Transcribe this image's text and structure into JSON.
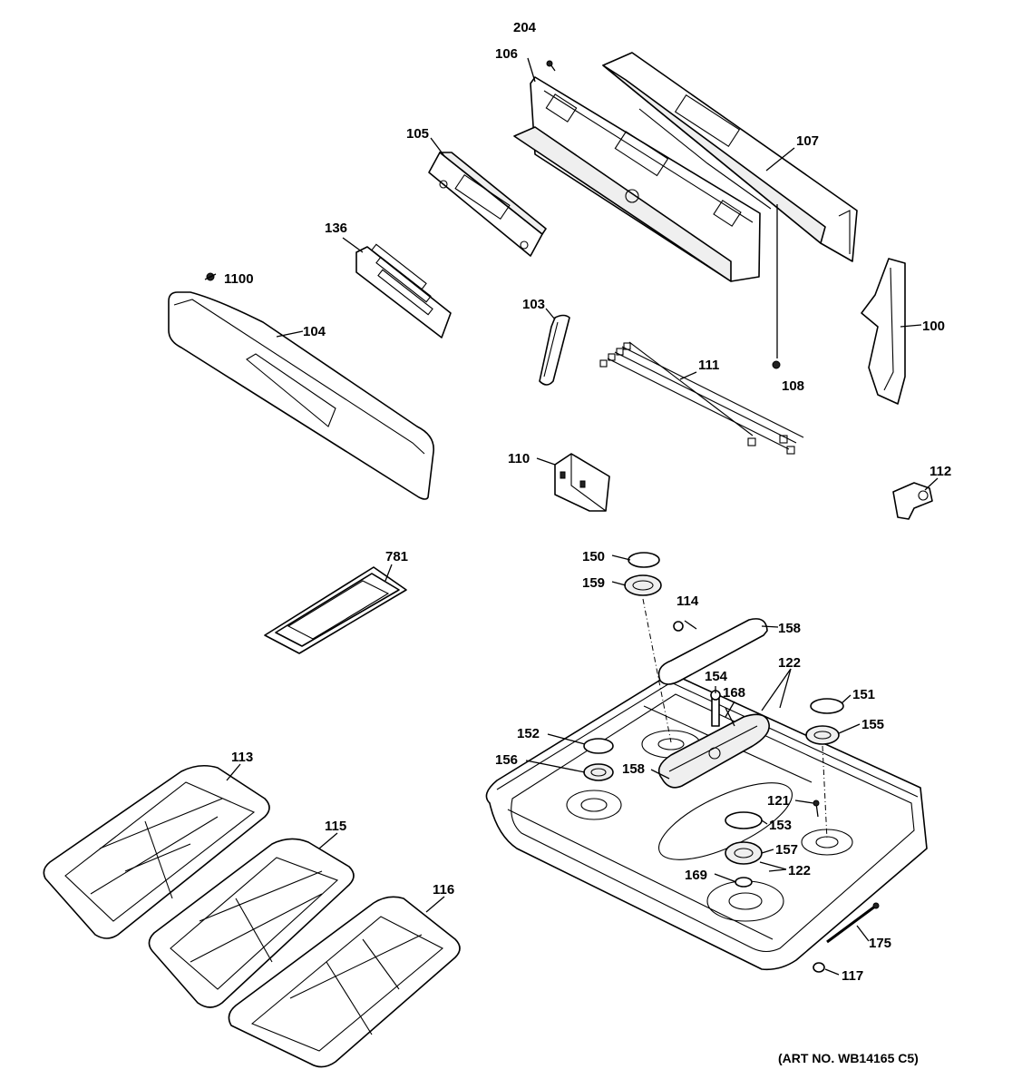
{
  "labels": {
    "p204": "204",
    "p106": "106",
    "p107": "107",
    "p105": "105",
    "p136": "136",
    "p1100": "1100",
    "p104": "104",
    "p103": "103",
    "p100": "100",
    "p111": "111",
    "p108": "108",
    "p110": "110",
    "p112": "112",
    "p781": "781",
    "p150": "150",
    "p159": "159",
    "p114": "114",
    "p158a": "158",
    "p122a": "122",
    "p154": "154",
    "p168": "168",
    "p151": "151",
    "p155": "155",
    "p152": "152",
    "p156": "156",
    "p158b": "158",
    "p121": "121",
    "p153": "153",
    "p157": "157",
    "p122b": "122",
    "p169": "169",
    "p175": "175",
    "p117": "117",
    "p113": "113",
    "p115": "115",
    "p116": "116"
  },
  "art_number": "(ART NO. WB14165 C5)"
}
